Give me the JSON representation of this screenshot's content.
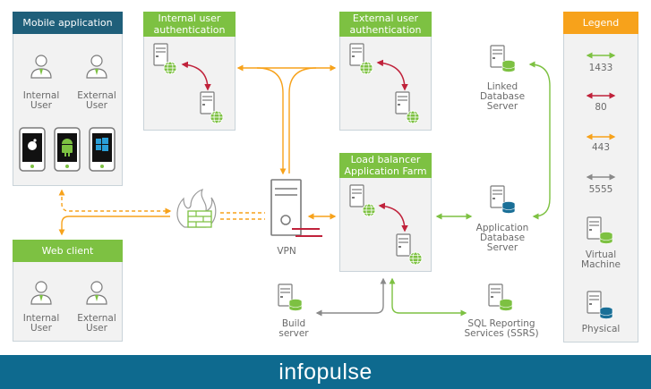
{
  "mobile_app": {
    "title": "Mobile application",
    "internal_user": "Internal\nUser",
    "external_user": "External\nUser"
  },
  "internal_auth": {
    "title": "Internal user\nauthentication"
  },
  "external_auth": {
    "title": "External user\nauthentication"
  },
  "load_balancer": {
    "title": "Load balancer\nApplication Farm"
  },
  "web_client": {
    "title": "Web client",
    "internal_user": "Internal\nUser",
    "external_user": "External\nUser"
  },
  "vpn": {
    "label": "VPN"
  },
  "linked_db": {
    "label": "Linked\nDatabase\nServer"
  },
  "app_db": {
    "label": "Application\nDatabase\nServer"
  },
  "build_server": {
    "label": "Build\nserver"
  },
  "ssrs": {
    "label": "SQL Reporting\nServices (SSRS)"
  },
  "legend": {
    "title": "Legend",
    "ports": [
      {
        "label": "1433",
        "color": "#7dc142"
      },
      {
        "label": "80",
        "color": "#c0223b"
      },
      {
        "label": "443",
        "color": "#f7a21b"
      },
      {
        "label": "5555",
        "color": "#8a8a8a"
      }
    ],
    "virtual_machine": "Virtual\nMachine",
    "physical": "Physical"
  },
  "brand": "infopulse",
  "colors": {
    "green": "#7dc142",
    "red": "#c0223b",
    "orange": "#f7a21b",
    "gray": "#8a8a8a",
    "blue": "#1f5f7a",
    "footer": "#0e6a8f"
  }
}
